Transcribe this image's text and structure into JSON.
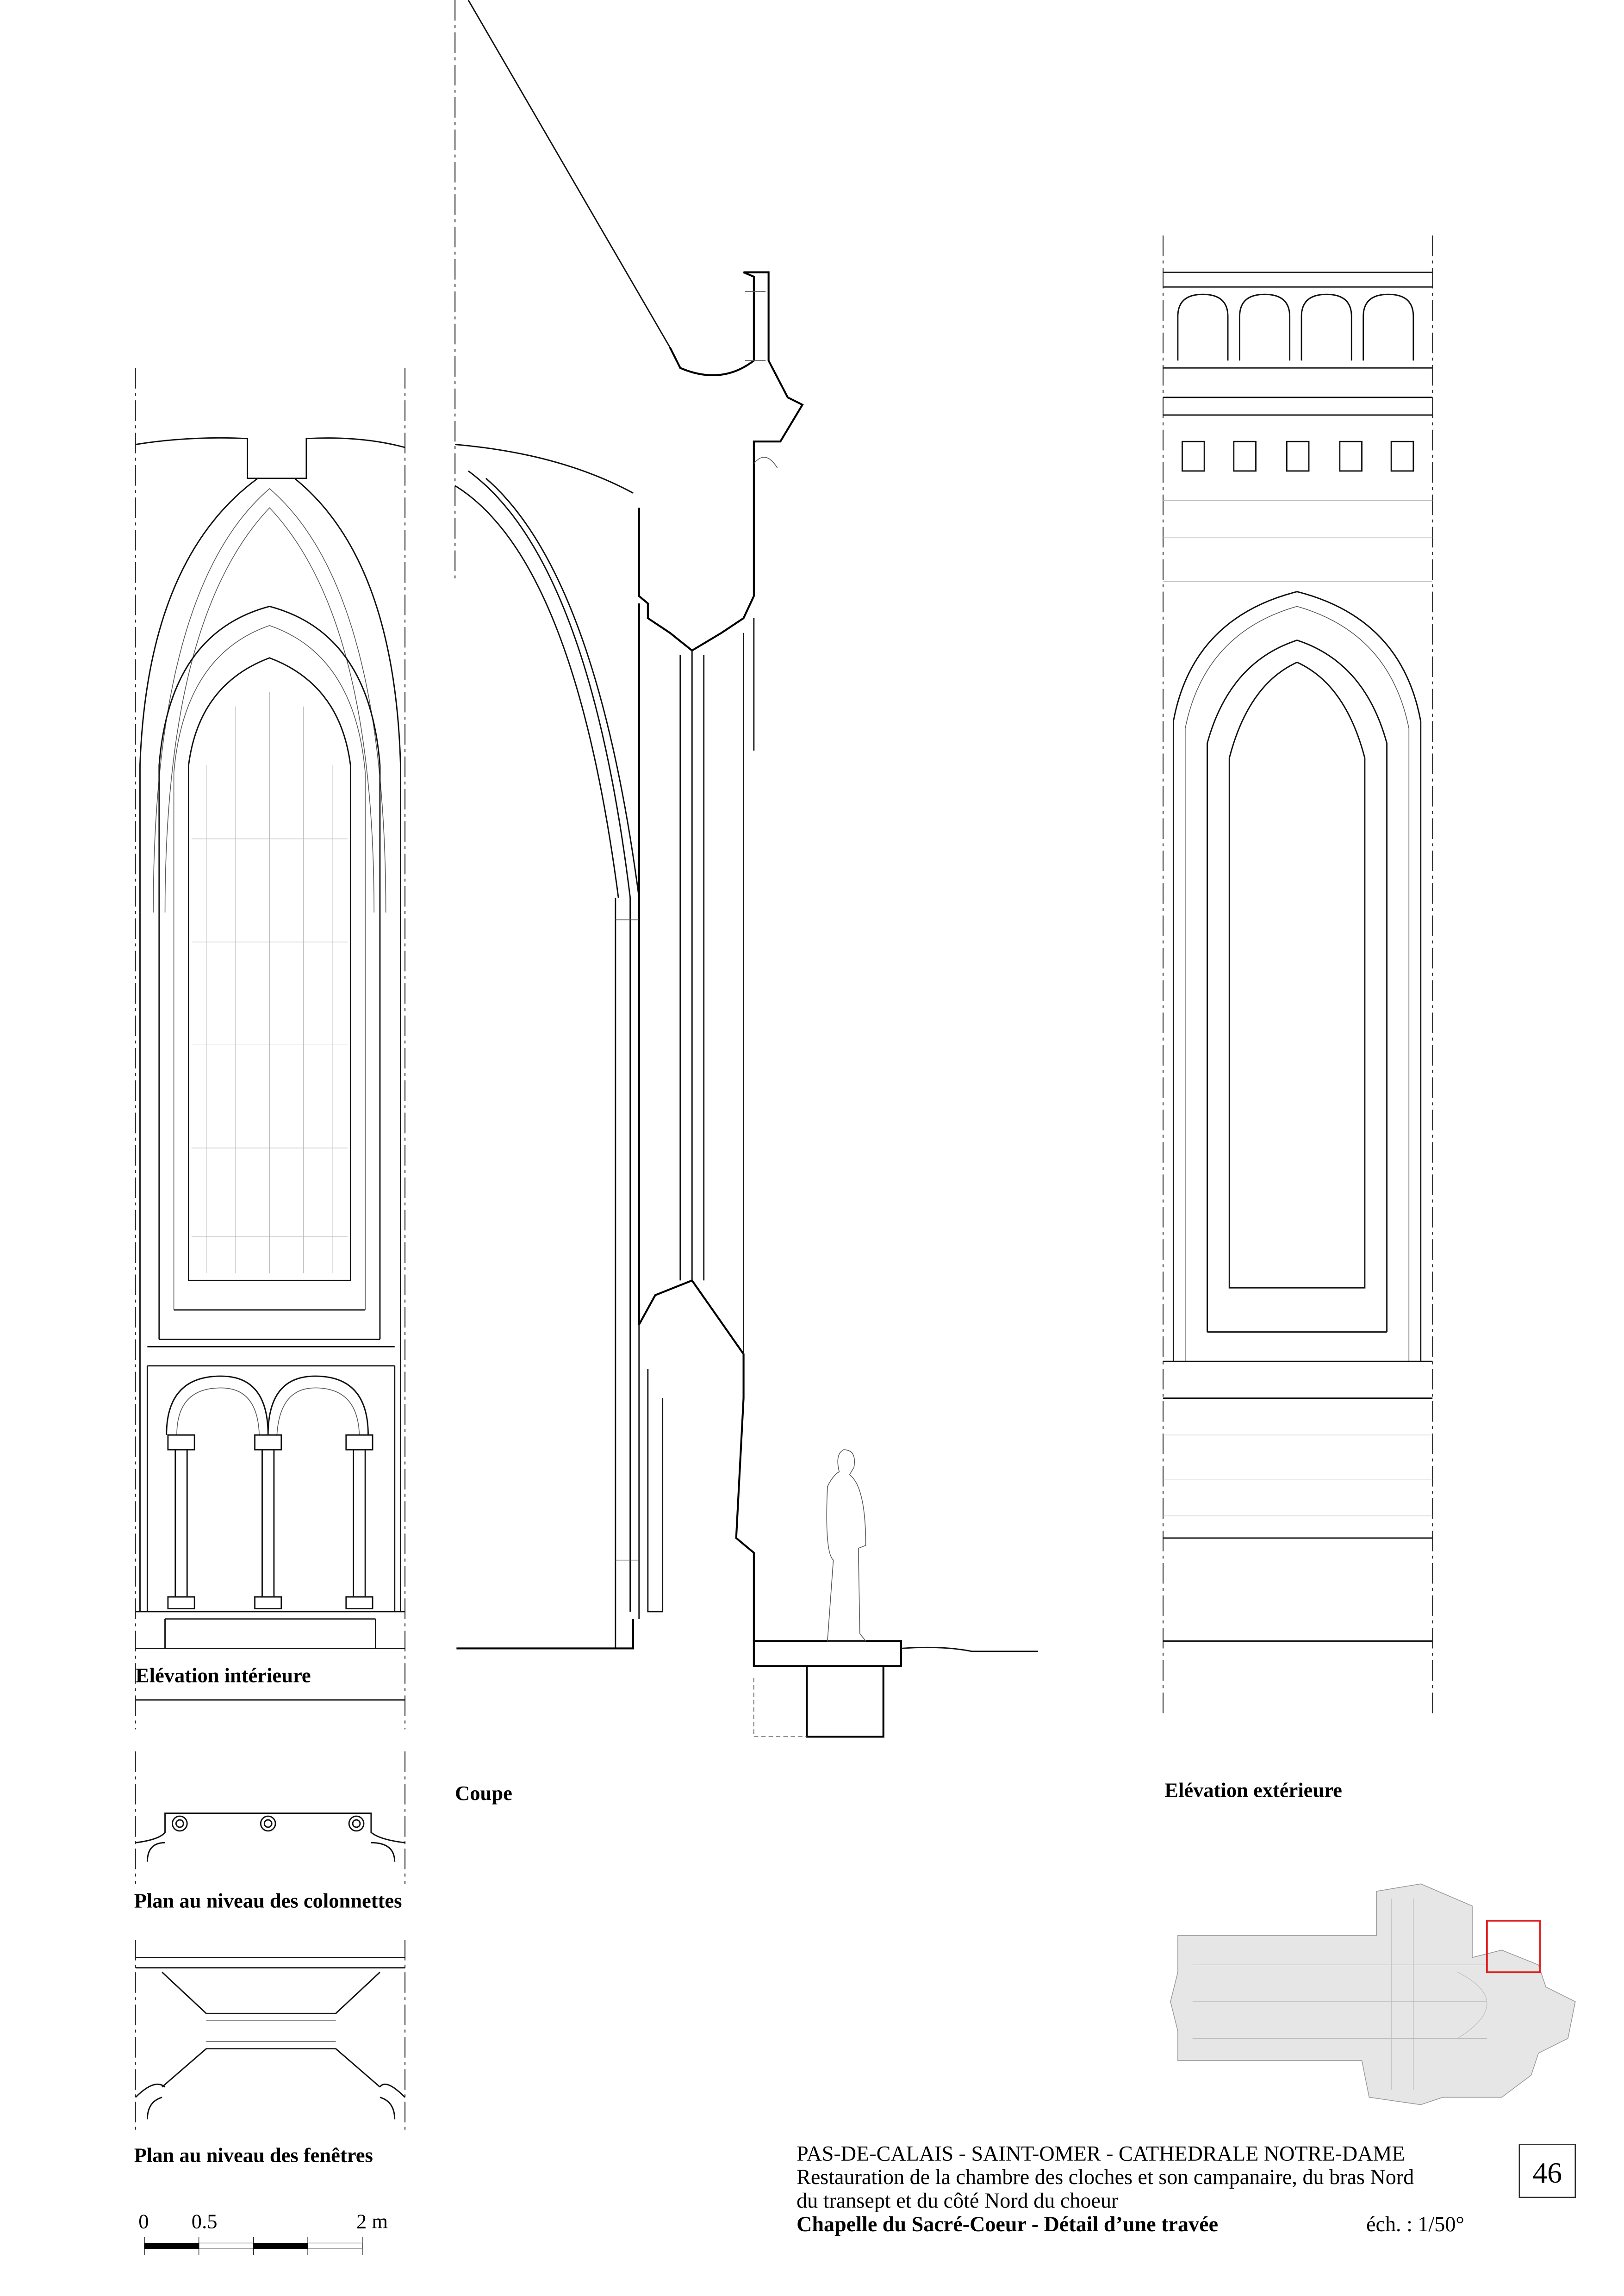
{
  "views": {
    "interior_elevation": "Elévation intérieure",
    "section": "Coupe",
    "exterior_elevation": "Elévation extérieure",
    "plan_colonnettes": "Plan au niveau des colonnettes",
    "plan_fenetres": "Plan au niveau des fenêtres"
  },
  "title_block": {
    "line1": "PAS-DE-CALAIS  -  SAINT-OMER  -  CATHEDRALE NOTRE-DAME",
    "line2": "Restauration de la chambre des cloches et son campanaire, du bras Nord",
    "line3": "du transept et du côté Nord du choeur",
    "subject": "Chapelle du Sacré-Coeur - Détail d’une travée",
    "scale": "éch. : 1/50°",
    "sheet_number": "46"
  },
  "scale_bar": {
    "label_0": "0",
    "label_05": "0.5",
    "label_2": "2 m",
    "segments_m": [
      0.5,
      0.5,
      0.5,
      0.5
    ]
  },
  "key_plan": {
    "highlight_color": "#e02020"
  }
}
